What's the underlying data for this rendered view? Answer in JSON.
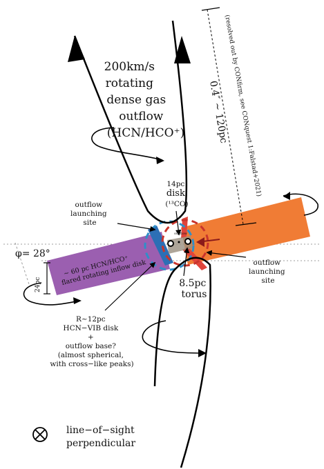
{
  "colors": {
    "outflow_curve": "#000000",
    "inflow_disk": "#9b5fb0",
    "orange_disk": "#f07c35",
    "blue_band": "#2c6fb5",
    "red_band": "#e0443a",
    "dashed_blue_circle": "#2f8fc8",
    "dashed_red_circle": "#c8342c",
    "small_disk_gray": "#9a8f80",
    "dotted_guides": "#9e9e9e"
  },
  "labels": {
    "outflow_title": [
      "200km/s",
      "rotating",
      "dense gas",
      "outflow",
      "(HCN/HCO⁺)"
    ],
    "resolution": "0.4″ ~ 120pc",
    "resolved_note": "(resolved out by CONfirm, see CONquest 1:Falstad+2021)",
    "disk_14pc": [
      "14pc",
      "disk",
      "(¹³CO)"
    ],
    "launching_left": [
      "outflow",
      "launching",
      "site"
    ],
    "launching_right": [
      "outflow",
      "launching",
      "site"
    ],
    "angle": "φ= 28°",
    "thickness": "24pc",
    "inflow_disk": [
      "~ 60 pc HCN/HCO⁺",
      "flared rotating inflow disk"
    ],
    "torus": [
      "8.5pc",
      "torus"
    ],
    "vib_disk": [
      "R~12pc",
      "HCN−VIB disk",
      "+",
      "outflow base?",
      "(almost spherical,",
      "with cross−like peaks)"
    ],
    "los": [
      "line−of−sight",
      "perpendicular"
    ],
    "center_marker": "outflow"
  },
  "icons": {
    "los_symbol": "circle-cross-icon"
  }
}
